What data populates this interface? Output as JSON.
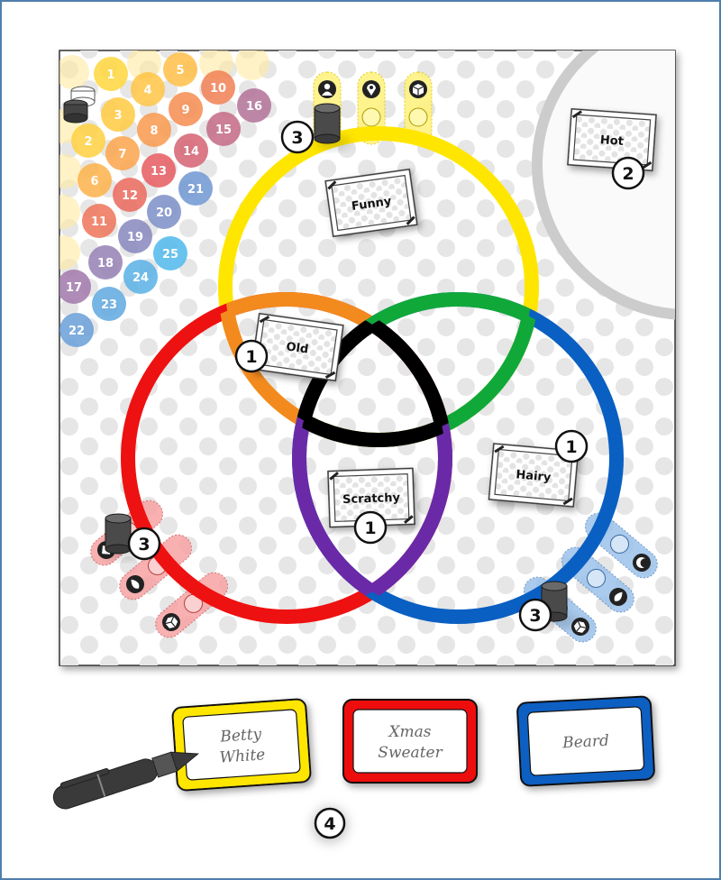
{
  "board": {
    "rings": [
      {
        "color": "yellow",
        "hex": "#ffe600",
        "label": "Funny"
      },
      {
        "color": "red",
        "hex": "#ee1111",
        "label": ""
      },
      {
        "color": "blue",
        "hex": "#0a5fc2",
        "label": ""
      }
    ],
    "overlap_colors": {
      "yellow_red": "#f28a1e",
      "yellow_blue": "#11a83a",
      "red_blue": "#6a2aa8",
      "center": "#000000"
    },
    "cards": [
      {
        "id": "funny",
        "label": "Funny"
      },
      {
        "id": "old",
        "label": "Old"
      },
      {
        "id": "scratchy",
        "label": "Scratchy"
      },
      {
        "id": "hairy",
        "label": "Hairy"
      },
      {
        "id": "hot",
        "label": "Hot"
      }
    ],
    "card_counts": {
      "old": "1",
      "scratchy": "1",
      "hairy": "1",
      "hot": "2"
    },
    "stacks": {
      "yellow": "3",
      "red": "3",
      "blue": "3"
    },
    "score_track": [
      "1",
      "2",
      "3",
      "4",
      "5",
      "6",
      "7",
      "8",
      "9",
      "10",
      "11",
      "12",
      "13",
      "14",
      "15",
      "16",
      "17",
      "18",
      "19",
      "20",
      "21",
      "22",
      "23",
      "24",
      "25"
    ]
  },
  "clue_cards": [
    {
      "color": "yellow",
      "hex": "#ffe600",
      "line1": "Betty",
      "line2": "White"
    },
    {
      "color": "red",
      "hex": "#ee1111",
      "line1": "Xmas",
      "line2": "Sweater"
    },
    {
      "color": "blue",
      "hex": "#0a5fc2",
      "line1": "Beard",
      "line2": ""
    }
  ],
  "step_marker": "4",
  "icons": {
    "yellow_track": [
      "person-icon",
      "location-pin-icon",
      "cube-icon"
    ],
    "red_track": [
      "diamond-icon",
      "drop-icon",
      "cubes-icon"
    ],
    "blue_track": [
      "moon-icon",
      "drop-icon",
      "cubes-icon"
    ]
  }
}
